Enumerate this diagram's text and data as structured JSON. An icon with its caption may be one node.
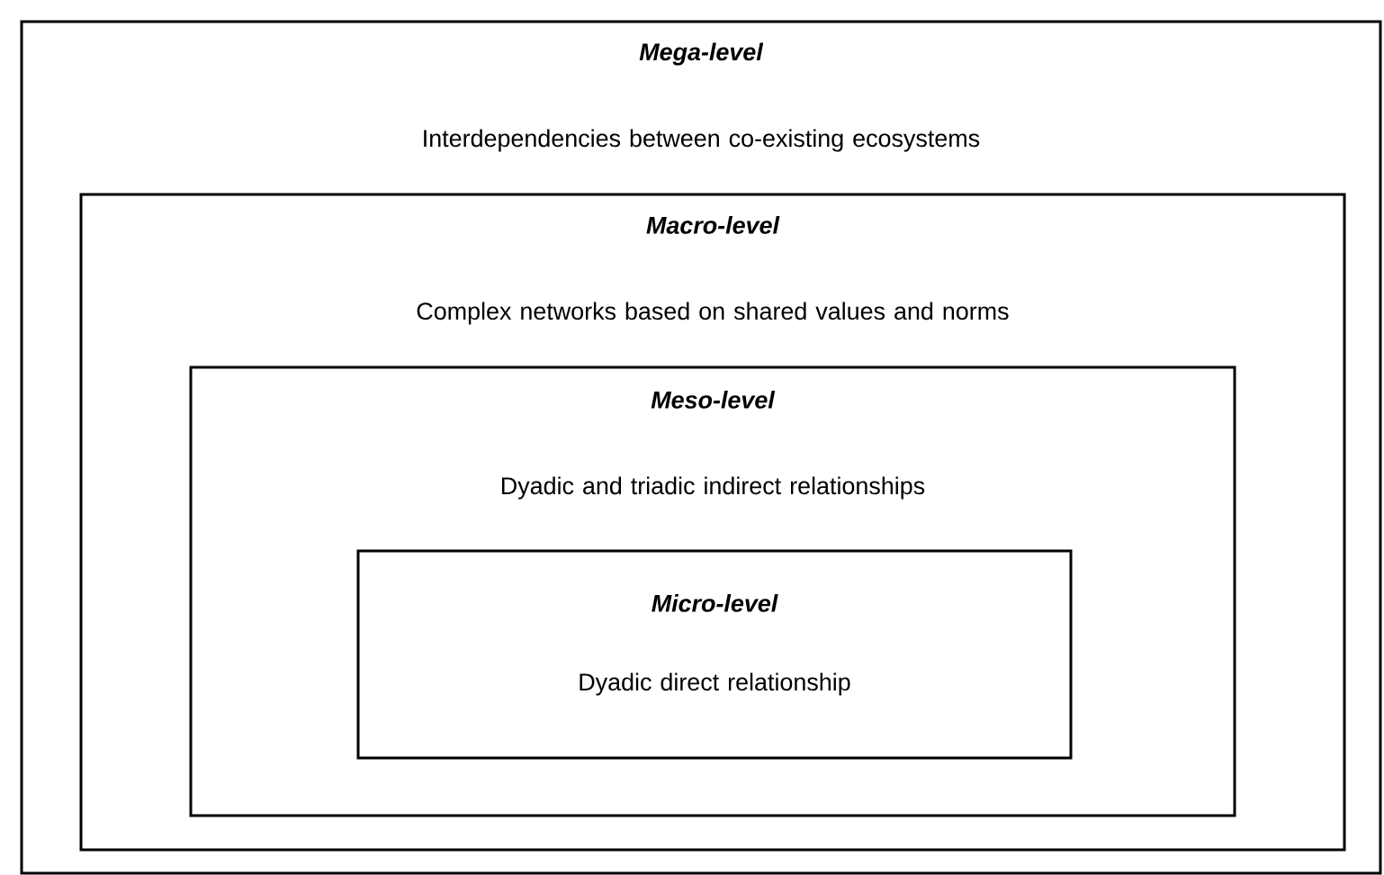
{
  "diagram": {
    "nodes": [
      {
        "text": [
          "Mega-level",
          "Interdependencies between co-existing ecosystems"
        ]
      },
      {
        "text": [
          "Macro-level",
          "Complex networks based on shared values and norms"
        ],
        "in": 0
      },
      {
        "text": [
          "Meso-level",
          "Dyadic and triadic indirect relationships"
        ],
        "in": 1
      },
      {
        "text": [
          "Micro-level",
          "Dyadic direct relationship"
        ],
        "in": 2
      }
    ]
  }
}
